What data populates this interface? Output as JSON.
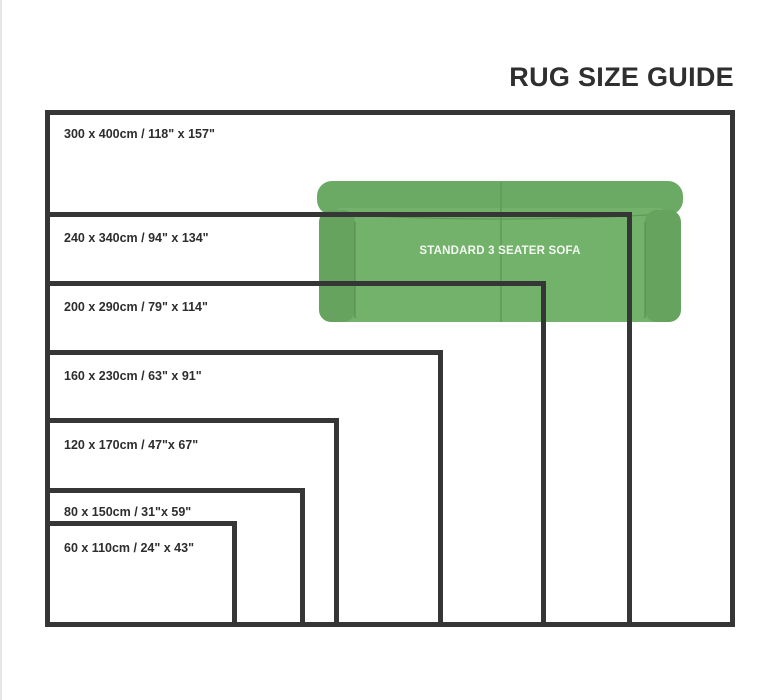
{
  "title": "RUG SIZE GUIDE",
  "sofa": {
    "label": "STANDARD 3 SEATER SOFA",
    "color": "#6aaa64"
  },
  "line_color": "#363636",
  "rugs": [
    {
      "label": "300 x 400cm / 118\" x 157\""
    },
    {
      "label": "240 x 340cm / 94\" x 134\""
    },
    {
      "label": "200 x 290cm / 79\" x 114\""
    },
    {
      "label": "160 x 230cm / 63\" x 91\""
    },
    {
      "label": "120 x 170cm / 47\"x 67\""
    },
    {
      "label": "80 x 150cm / 31\"x 59\""
    },
    {
      "label": "60 x 110cm / 24\" x 43\""
    }
  ]
}
